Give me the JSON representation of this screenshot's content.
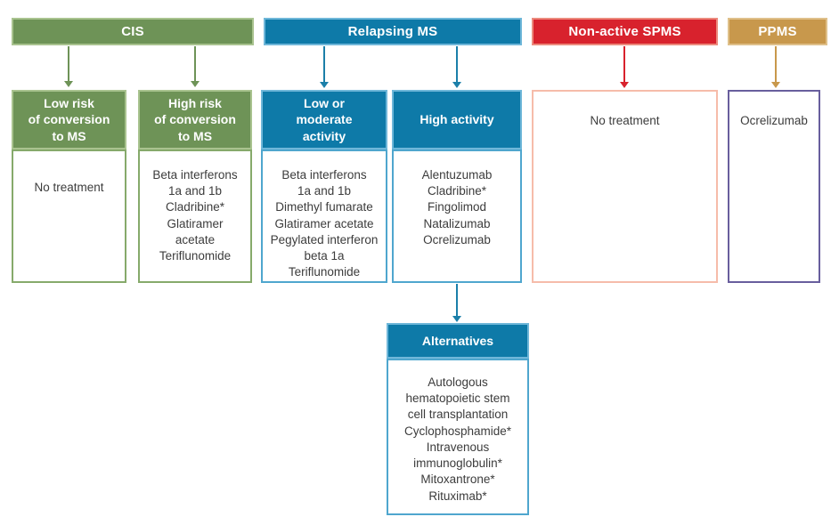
{
  "palette": {
    "green": "#6E9357",
    "green_light": "#A9C38F",
    "green_border": "#86AA6B",
    "blue": "#0E7AA8",
    "blue_light": "#6FB7D9",
    "blue_border": "#4FA6CE",
    "red": "#D8222D",
    "salmon_border": "#F6BCAA",
    "tan": "#C8984C",
    "purple_border": "#685E9D",
    "text": "#3C3C3C"
  },
  "headers": {
    "cis": "CIS",
    "relapsing": "Relapsing MS",
    "spms": "Non-active SPMS",
    "ppms": "PPMS"
  },
  "boxes": {
    "low_risk": {
      "title": "Low risk\nof conversion\nto MS",
      "items": [
        "No treatment"
      ]
    },
    "high_risk": {
      "title": "High risk\nof conversion\nto MS",
      "items": [
        "Beta interferons\n1a and 1b",
        "Cladribine*",
        "Glatiramer\nacetate",
        "Teriflunomide"
      ]
    },
    "low_moderate": {
      "title": "Low or\nmoderate\nactivity",
      "items": [
        "Beta interferons\n1a and 1b",
        "Dimethyl fumarate",
        "Glatiramer acetate",
        "Pegylated interferon\nbeta 1a",
        "Teriflunomide"
      ]
    },
    "high_activity": {
      "title": "High activity",
      "items": [
        "Alentuzumab",
        "Cladribine*",
        "Fingolimod",
        "Natalizumab",
        "Ocrelizumab"
      ]
    },
    "spms_treatment": {
      "items": [
        "No treatment"
      ]
    },
    "ppms_treatment": {
      "items": [
        "Ocrelizumab"
      ]
    },
    "alternatives": {
      "title": "Alternatives",
      "items": [
        "Autologous\nhematopoietic stem\ncell transplantation",
        "Cyclophosphamide*",
        "Intravenous\nimmunoglobulin*",
        "Mitoxantrone*",
        "Rituximab*"
      ]
    }
  }
}
